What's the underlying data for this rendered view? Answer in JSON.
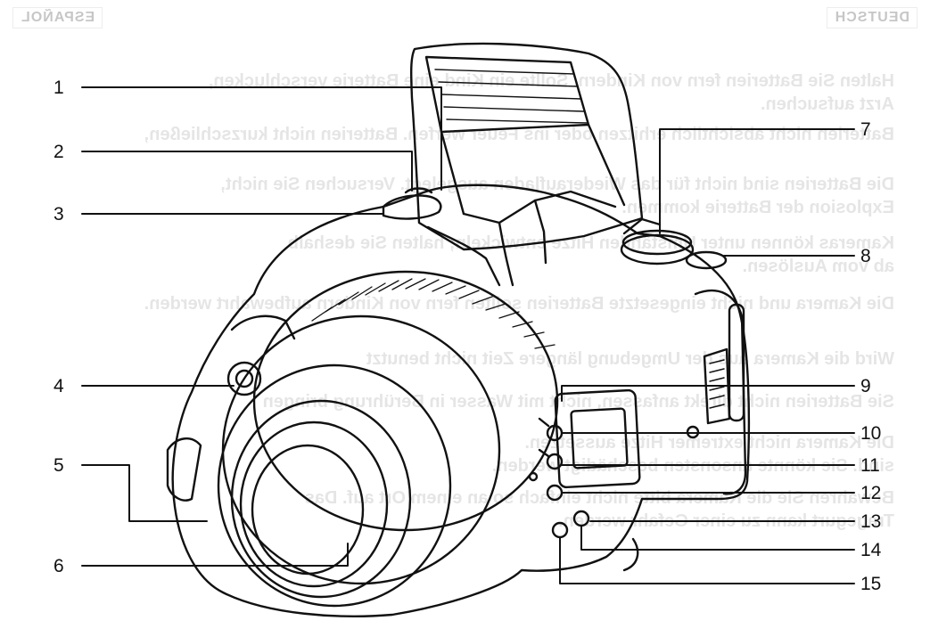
{
  "header": {
    "left_tag": "DEUTSCH",
    "right_tag": "ESPAÑOL"
  },
  "show_through_text": [
    "Halten Sie Batterien fern von Kindern. Sollte ein Kind eine Batterie verschlucken,",
    "Arzt aufsuchen.",
    "Batterien nicht absichtlich erhitzen oder ins Feuer werfen. Batterien nicht kurzschließen,",
    "Die Batterien sind nicht für das Wiederaufladen ausgelegt. Versuchen Sie nicht,",
    "Explosion der Batterie kommen.",
    "Kameras können unter Umständen Hitze entwickeln; halten Sie deshalb",
    "ab vom Auslösen.",
    "Die Kamera und nicht eingesetzte Batterien sollten fern von Kindern aufbewahrt werden.",
    "Wird die Kamera aus der Umgebung längere Zeit nicht benutzt",
    "Sie Batterien nicht direkt anfassen, nicht mit Wasser in Berührung bringen",
    "Die Kamera nicht extremer Hitze aussetzen.",
    "sind. Sie könnte ansonsten beschädigt werden.",
    "Bewahren Sie die Kamera bitte nicht einfach so an einem Ort auf. Das",
    "Tragegurt kann zu einer Gefahr werden."
  ],
  "callouts": [
    "1",
    "2",
    "3",
    "4",
    "5",
    "6",
    "7",
    "8",
    "9",
    "10",
    "11",
    "12",
    "13",
    "14",
    "15"
  ]
}
